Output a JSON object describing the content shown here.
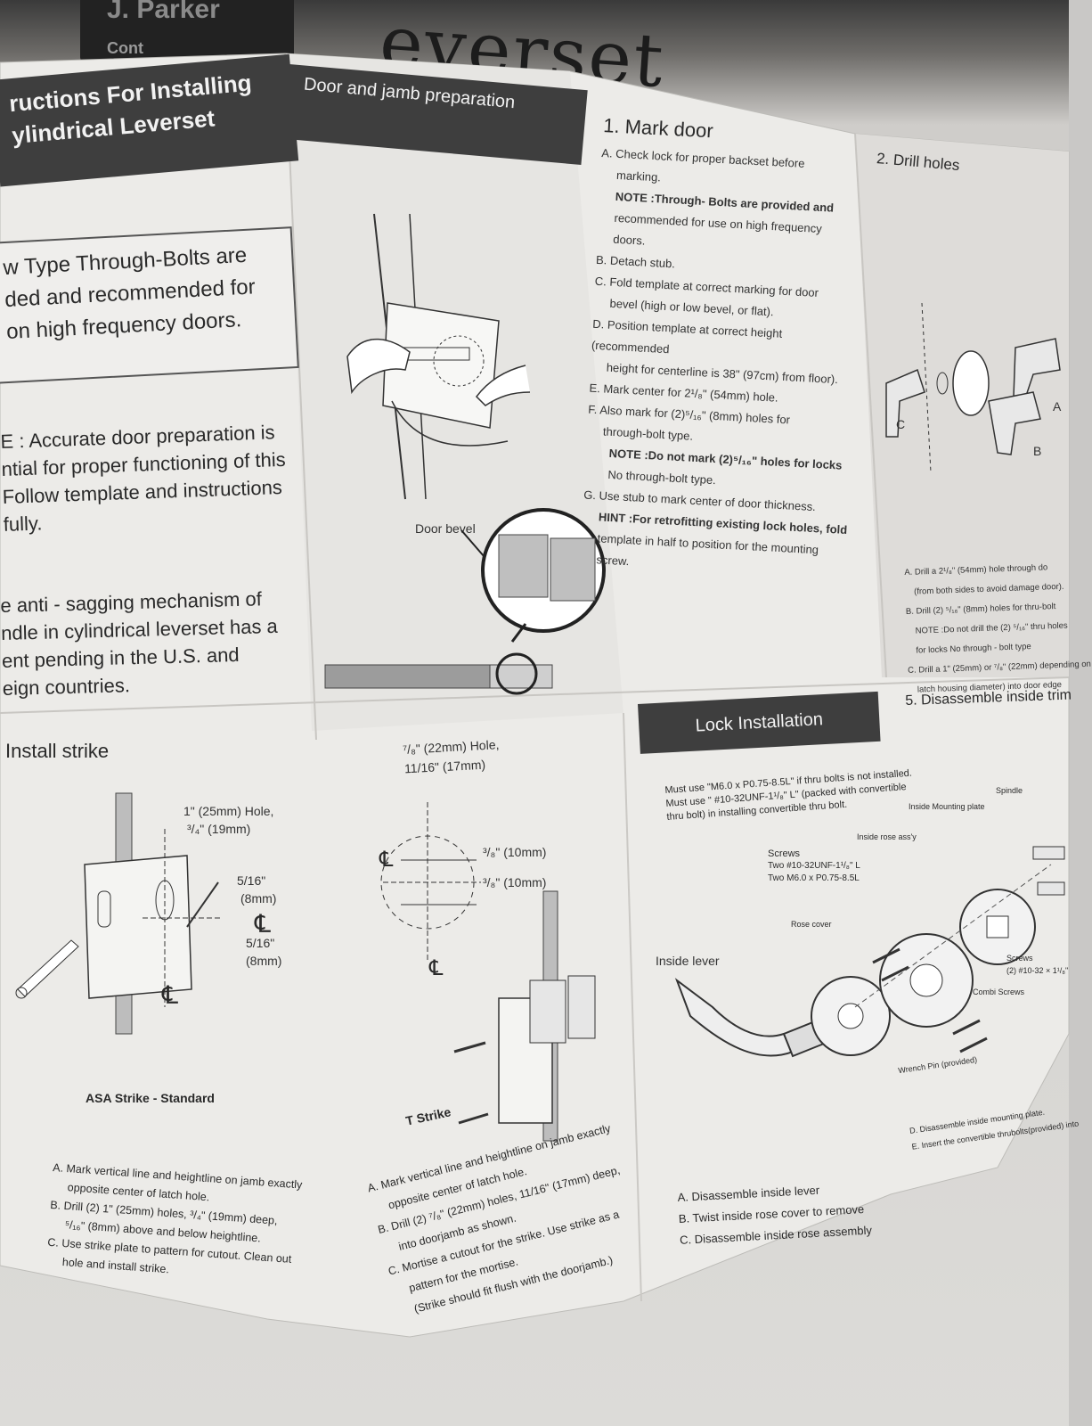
{
  "background": {
    "brand_word": "everset",
    "box_text_1": "J. Parker",
    "box_text_2": "Cont"
  },
  "panel1": {
    "title_line1": "ructions For Installing",
    "title_line2": "ylindrical Leverset",
    "note_box": [
      "w Type Through-Bolts are",
      "ded and recommended for",
      " on high frequency doors."
    ],
    "note2": [
      "E : Accurate door preparation is",
      "ntial for proper functioning of this",
      " Follow template and instructions",
      "fully."
    ],
    "note3": [
      "e anti - sagging mechanism of",
      "ndle in cylindrical leverset has a",
      "ent pending in the U.S. and",
      "eign countries."
    ]
  },
  "panel2": {
    "title": "Door and jamb preparation",
    "door_bevel_label": "Door bevel"
  },
  "panel3": {
    "heading": "1. Mark door",
    "steps": [
      "A. Check lock for proper backset before",
      "marking.",
      "NOTE :Through- Bolts are provided and",
      "recommended for use on high frequency",
      "doors.",
      "B. Detach stub.",
      "C. Fold template at correct marking for door",
      "bevel (high or low bevel, or flat).",
      "D. Position template at correct height (recommended",
      "height for centerline is 38\" (97cm) from floor).",
      "E. Mark center for 2¹/₈\" (54mm) hole.",
      "F. Also mark for (2)⁵/₁₆\" (8mm) holes for",
      "through-bolt type.",
      "NOTE :Do not mark (2)⁵/₁₆\" holes for locks",
      "No through-bolt type.",
      "G. Use stub to mark center of door thickness.",
      "HINT :For retrofitting existing lock holes, fold",
      "template in half to position for the mounting screw."
    ]
  },
  "panel4": {
    "heading": "2. Drill holes",
    "label_a": "A",
    "label_b": "B",
    "label_c": "C",
    "steps": [
      "A. Drill a 2¹/₈\" (54mm) hole through do",
      "(from both sides to avoid damage door).",
      "B. Drill (2) ⁵/₁₆\" (8mm) holes for thru-bolt",
      "NOTE :Do not drill the (2) ⁵/₁₆\" thru holes",
      "for locks No through - bolt type",
      "C. Drill a 1\" (25mm) or ⁷/₈\" (22mm) depending on",
      "latch housing diameter) into door edge"
    ],
    "heading5": "5. Disassemble inside trim"
  },
  "strike": {
    "heading": "Install strike",
    "hole1_a": "1\" (25mm) Hole,",
    "hole1_b": "³/₄\" (19mm)",
    "dim1_a": "5/16\"",
    "dim1_b": "(8mm)",
    "dim2_a": "5/16\"",
    "dim2_b": "(8mm)",
    "cl": "℄",
    "caption": "ASA Strike - Standard",
    "steps": [
      "A. Mark vertical line and heightline on jamb exactly",
      "opposite center of latch hole.",
      "B. Drill (2) 1\" (25mm) holes, ³/₄\" (19mm) deep,",
      "⁵/₁₆\" (8mm) above and below heightline.",
      "C. Use strike plate to pattern for cutout. Clean out",
      "hole and install strike."
    ]
  },
  "tstrike": {
    "hole_a": "⁷/₈\" (22mm) Hole,",
    "hole_b": "11/16\" (17mm)",
    "dim_a": "³/₈\" (10mm)",
    "dim_b": "³/₈\" (10mm)",
    "caption": "T Strike",
    "steps": [
      "A. Mark vertical line and heightline on jamb exactly",
      "opposite center of latch hole.",
      "B. Drill (2) ⁷/₈\" (22mm) holes, 11/16\" (17mm) deep,",
      "into doorjamb as shown.",
      "C. Mortise a cutout for the strike. Use strike as a",
      "pattern for the mortise.",
      "(Strike should fit flush with the doorjamb.)"
    ]
  },
  "lock": {
    "title": "Lock Installation",
    "must1": "Must use \"M6.0 x P0.75-8.5L\" if thru bolts is not installed.",
    "must2": "Must use \" #10-32UNF-1¹/₈\" L\" (packed with convertible",
    "must3": "thru bolt) in installing convertible thru bolt.",
    "screws": "Screws",
    "two1": "Two #10-32UNF-1¹/₈\" L",
    "two2": "Two M6.0 x P0.75-8.5L",
    "inside_rose": "Inside rose ass'y",
    "mount_plate": "Inside Mounting plate",
    "spindle": "Spindle",
    "rose_cover": "Rose cover",
    "inside_lever": "Inside lever",
    "screws2": "Screws",
    "screws2b": "(2) #10-32 × 1¹/₈\"",
    "combi": "Combi Screws",
    "wrench": "Wrench Pin (provided)",
    "steps": [
      "A. Disassemble inside lever",
      "B. Twist inside rose cover to remove",
      "C. Disassemble inside rose assembly"
    ],
    "steps_right": [
      "D. Disassemble inside mounting plate.",
      "E. Insert the convertible thrubolts(provided) into"
    ]
  }
}
